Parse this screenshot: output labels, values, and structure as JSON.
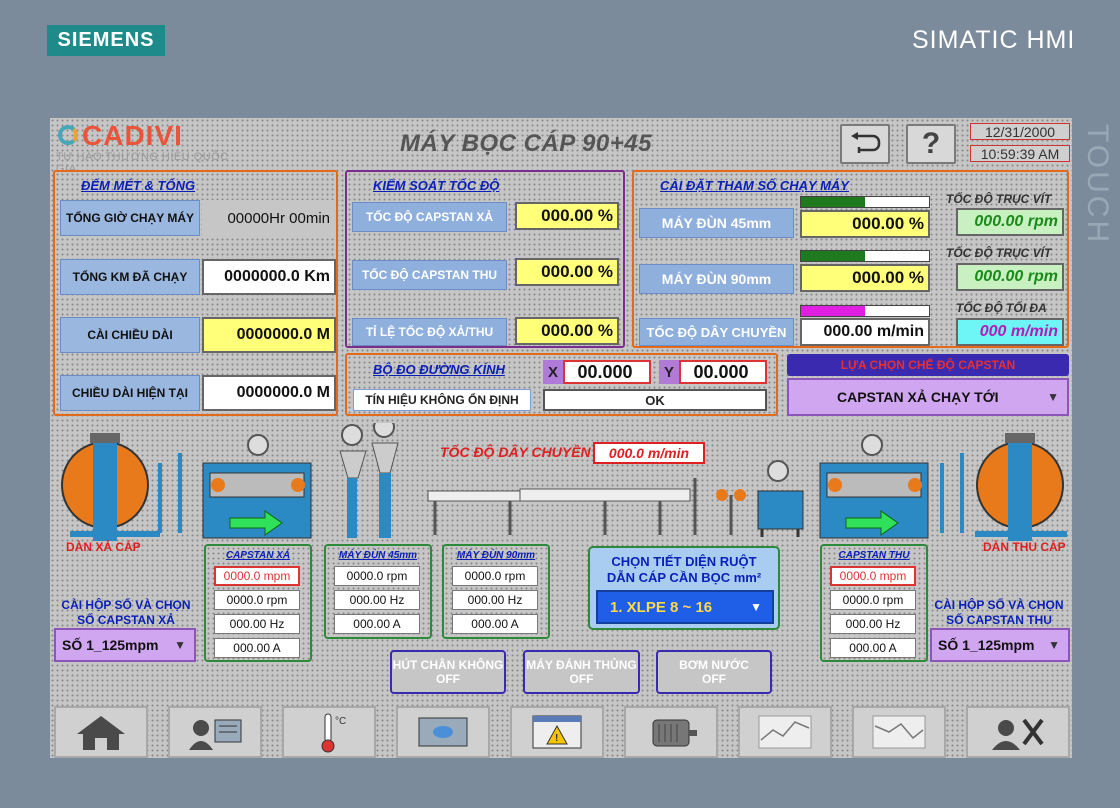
{
  "device": {
    "brand": "SIEMENS",
    "product": "SIMATIC HMI",
    "side_label": "TOUCH"
  },
  "header": {
    "logo_brand": "CADIVI",
    "logo_slogan": "TỰ HÀO THƯƠNG HIỆU QUỐC GIA",
    "title": "MÁY BỌC CÁP 90+45",
    "help_label": "?",
    "date": "12/31/2000",
    "time": "10:59:39 AM"
  },
  "counter_panel": {
    "title": "ĐẾM MÉT & TỔNG",
    "rows": [
      {
        "label": "TỔNG GIỜ CHẠY MÁY",
        "value": "00000Hr 00min"
      },
      {
        "label": "TỔNG KM ĐÃ CHẠY",
        "value": "0000000.0 Km"
      },
      {
        "label": "CÀI CHIỀU DÀI",
        "value": "0000000.0 M"
      },
      {
        "label": "CHIỀU DÀI HIỆN TẠI",
        "value": "0000000.0 M"
      }
    ]
  },
  "speed_panel": {
    "title": "KIỂM SOÁT TỐC ĐỘ",
    "rows": [
      {
        "label": "TỐC ĐỘ CAPSTAN XẢ",
        "value": "000.00 %"
      },
      {
        "label": "TỐC ĐỘ CAPSTAN THU",
        "value": "000.00 %"
      },
      {
        "label": "TỈ LỆ TỐC ĐỘ XẢ/THU",
        "value": "000.00 %"
      }
    ]
  },
  "param_panel": {
    "title": "CÀI ĐẶT THAM SỐ CHẠY MÁY",
    "rows": [
      {
        "label": "MÁY ĐÙN 45mm",
        "value": "000.00 %",
        "bar_fill": 0.5,
        "bar_color": "#1f7a1f",
        "side_title": "TỐC ĐỘ TRỤC VÍT",
        "side_value": "000.00 rpm"
      },
      {
        "label": "MÁY ĐÙN 90mm",
        "value": "000.00 %",
        "bar_fill": 0.5,
        "bar_color": "#1f7a1f",
        "side_title": "TỐC ĐỘ TRỤC VÍT",
        "side_value": "000.00 rpm"
      },
      {
        "label": "TỐC ĐỘ DÂY CHUYỀN",
        "value": "000.00 m/min",
        "bar_fill": 0.5,
        "bar_color": "#e020e0",
        "side_title": "TỐC ĐỘ TỐI ĐA",
        "side_value": "000 m/min"
      }
    ]
  },
  "diameter_panel": {
    "title": "BỘ ĐO ĐƯỜNG KÍNH",
    "x_label": "X",
    "x_value": "00.000",
    "y_label": "Y",
    "y_value": "00.000",
    "signal_label": "TÍN HIỆU KHÔNG ỔN ĐỊNH",
    "status": "OK"
  },
  "capstan_mode": {
    "title": "LỰA CHỌN CHẾ ĐỘ CAPSTAN",
    "selected": "CAPSTAN XẢ CHẠY TỚI"
  },
  "line": {
    "speed_label": "TỐC ĐỘ DÂY CHUYỀN",
    "speed_value": "000.0 m/min",
    "payoff_label": "DÀN XẢ CÁP",
    "takeup_label": "DÀN THU CÁP"
  },
  "groups": [
    {
      "title": "CAPSTAN XẢ",
      "cells": [
        "0000.0 mpm",
        "0000.0 rpm",
        "000.00 Hz",
        "000.00 A"
      ]
    },
    {
      "title": "MÁY ĐÙN 45mm",
      "cells": [
        "0000.0 rpm",
        "000.00 Hz",
        "000.00 A"
      ]
    },
    {
      "title": "MÁY ĐÙN 90mm",
      "cells": [
        "0000.0 rpm",
        "000.00 Hz",
        "000.00 A"
      ]
    },
    {
      "title": "CAPSTAN THU",
      "cells": [
        "0000.0 mpm",
        "0000.0 rpm",
        "000.00 Hz",
        "000.00 A"
      ]
    }
  ],
  "gearbox_left": {
    "label_1": "CÀI HỘP SỐ VÀ CHỌN",
    "label_2": "SỐ CAPSTAN XẢ",
    "selected": "SỐ 1_125mpm"
  },
  "gearbox_right": {
    "label_1": "CÀI HỘP SỐ VÀ CHỌN",
    "label_2": "SỐ CAPSTAN THU",
    "selected": "SỐ 1_125mpm"
  },
  "conductor": {
    "label_1": "CHỌN TIẾT DIỆN RUỘT",
    "label_2": "DẪN CÁP CẦN BỌC mm²",
    "selected": "1. XLPE 8 ~ 16"
  },
  "toggles": [
    {
      "label": "HÚT CHÂN KHÔNG",
      "state": "OFF"
    },
    {
      "label": "MÁY ĐÁNH THỦNG",
      "state": "OFF"
    },
    {
      "label": "BƠM NƯỚC",
      "state": "OFF"
    }
  ],
  "nav": [
    "home-icon",
    "operator-panel-icon",
    "thermometer-icon",
    "monitor-icon",
    "alarm-icon",
    "motor-icon",
    "trend-icon",
    "trend-chart-icon",
    "settings-icon"
  ],
  "colors": {
    "brand_teal": "#1e8a8a",
    "panel_orange": "#e36a1a",
    "panel_purple": "#7d2c8c",
    "title_blue": "#0a1fb8",
    "label_blue": "#8fb0dd"
  }
}
